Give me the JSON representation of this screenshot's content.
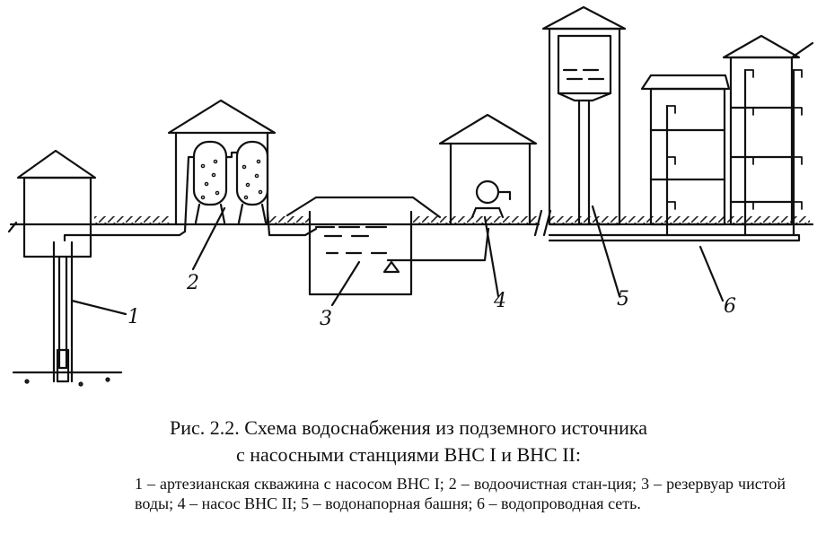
{
  "labels": {
    "n1": "1",
    "n2": "2",
    "n3": "3",
    "n4": "4",
    "n5": "5",
    "n6": "6"
  },
  "caption": {
    "title_line1": "Рис. 2.2. Схема водоснабжения из подземного источника",
    "title_line2": "с насосными станциями ВНС I и ВНС II:",
    "legend": "1 – артезианская скважина с насосом ВНС I; 2 – водоочистная стан-ция; 3 – резервуар чистой воды; 4 – насос ВНС II; 5 – водонапорная башня; 6 – водопроводная сеть."
  }
}
